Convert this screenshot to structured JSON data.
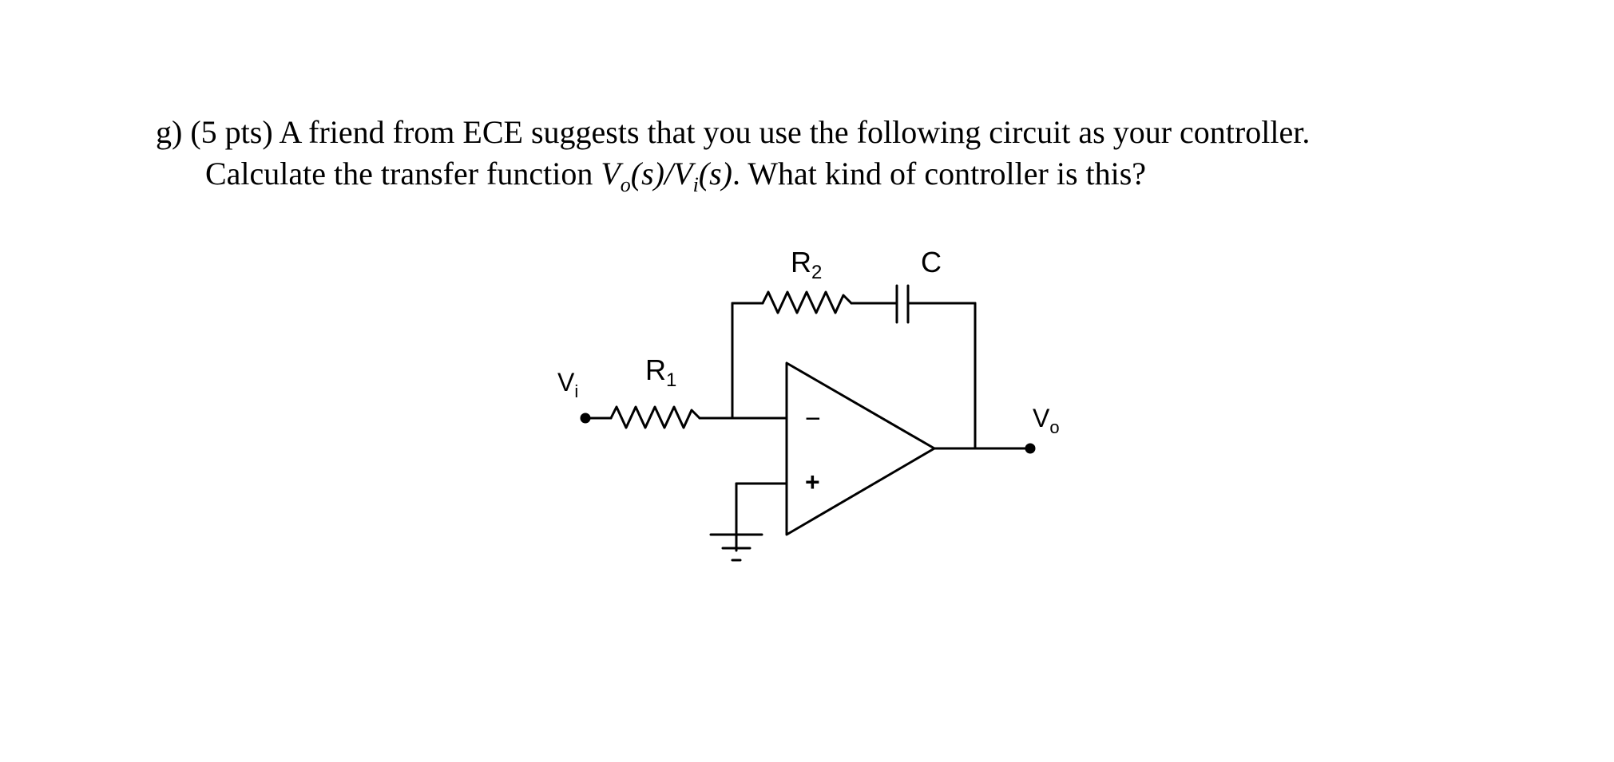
{
  "question": {
    "line1": {
      "marker": "g)",
      "points": "(5 pts)",
      "text": "A friend from ECE suggests that you use the following circuit as your controller."
    },
    "line2": {
      "lead": "Calculate the transfer function",
      "v_o_main": "V",
      "v_o_sub": "o",
      "v_o_arg": "(s)/",
      "v_i_main": "V",
      "v_i_sub": "i",
      "v_i_arg": "(s)",
      "tail": ". What kind of controller is this?"
    }
  },
  "circuit": {
    "labels": {
      "r2_main": "R",
      "r2_sub": "2",
      "c": "C",
      "r1_main": "R",
      "r1_sub": "1",
      "vi_main": "V",
      "vi_sub": "i",
      "vo_main": "V",
      "vo_sub": "o",
      "minus": "−",
      "plus": "+"
    }
  }
}
